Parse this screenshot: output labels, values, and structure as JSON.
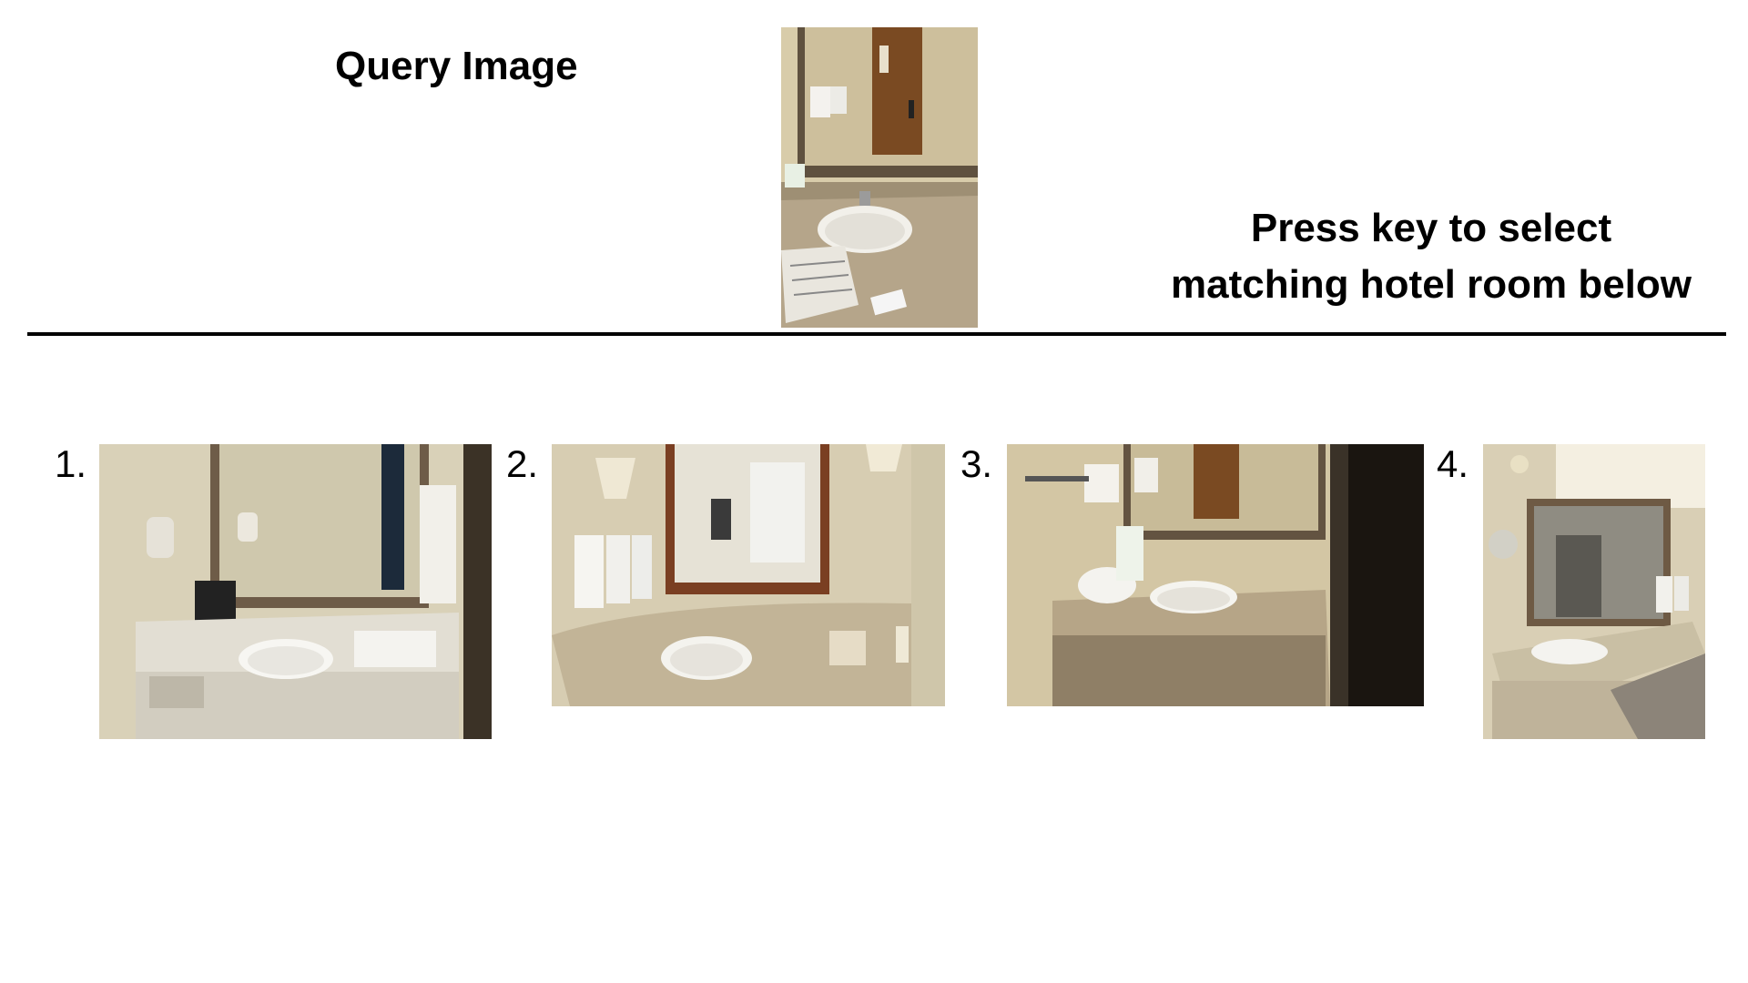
{
  "header": {
    "query_title": "Query Image",
    "instruction_line1": "Press key to select",
    "instruction_line2": "matching hotel room below"
  },
  "options": [
    {
      "label": "1."
    },
    {
      "label": "2."
    },
    {
      "label": "3."
    },
    {
      "label": "4."
    }
  ],
  "colors": {
    "wall": "#d6c9a6",
    "granite": "#b7a88c",
    "mirror_frame": "#6b5a45",
    "door": "#7a4a22"
  }
}
